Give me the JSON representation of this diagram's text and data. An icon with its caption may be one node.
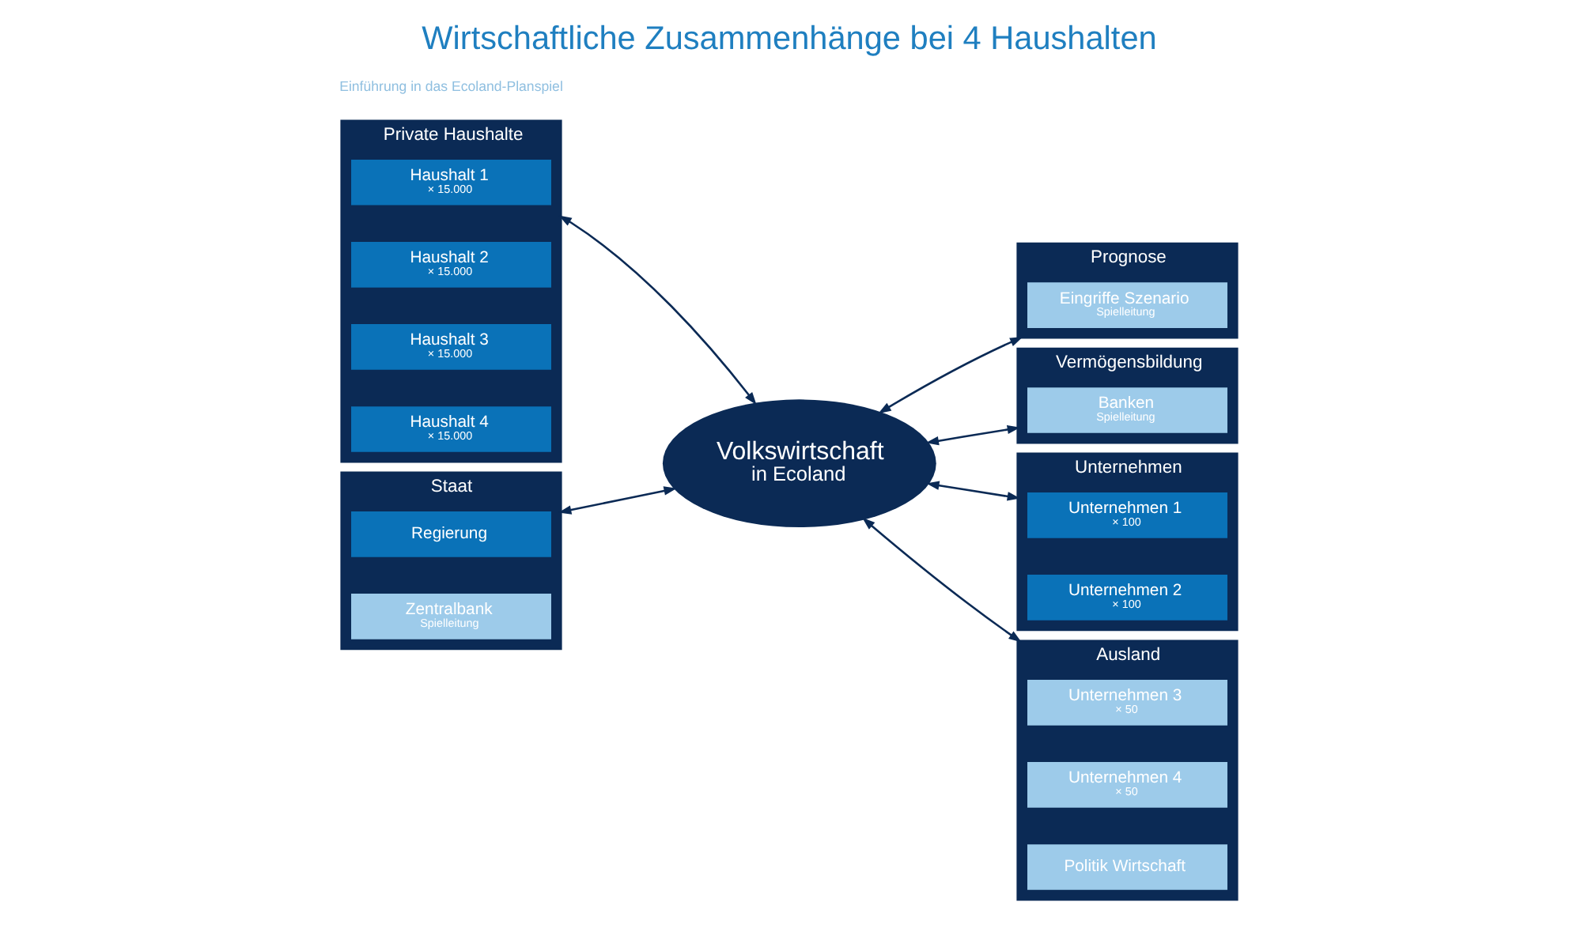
{
  "diagram": {
    "title": "Wirtschaftliche Zusammenhänge bei 4 Haushalten",
    "nodes": [
      {
        "text": [
          "Private Haushalte"
        ]
      },
      {
        "text": [
          "Haushalt 1",
          "× 15.000"
        ],
        "in": 0
      },
      {
        "text": [
          "Haushalt 2",
          "× 15.000"
        ],
        "in": 0
      },
      {
        "text": [
          "Haushalt 3",
          "× 15.000"
        ],
        "in": 0
      },
      {
        "text": [
          "Haushalt 4",
          "× 15.000"
        ],
        "in": 0
      },
      {
        "text": [
          "Staat"
        ]
      },
      {
        "text": [
          "Regierung"
        ],
        "in": 5
      },
      {
        "text": [
          "Zentralbank",
          "Spielleitung"
        ],
        "in": 5
      },
      {
        "text": [
          "Prognose"
        ]
      },
      {
        "text": [
          "Eingriffe Szenario",
          "Spielleitung"
        ],
        "in": 8
      },
      {
        "text": [
          "Volkswirtschaft",
          "in Ecoland"
        ]
      },
      {
        "text": [
          "Vermögensbildung"
        ]
      },
      {
        "text": [
          "Banken",
          "Spielleitung"
        ],
        "in": 11
      },
      {
        "text": [
          "Unternehmen"
        ]
      },
      {
        "text": [
          "Unternehmen 1",
          "× 100"
        ],
        "in": 13
      },
      {
        "text": [
          "Unternehmen 2",
          "× 100"
        ],
        "in": 13
      },
      {
        "text": [
          "Ausland"
        ]
      },
      {
        "text": [
          "Unternehmen 3",
          "× 50"
        ],
        "in": 16
      },
      {
        "text": [
          "Unternehmen 4",
          "× 50"
        ],
        "in": 16
      },
      {
        "text": [
          "Politik Wirtschaft"
        ],
        "in": 16
      }
    ],
    "edges": [
      {
        "from": 0,
        "to": 10,
        "arrow": "both"
      },
      {
        "from": 10,
        "to": 8,
        "arrow": "both"
      },
      {
        "from": 10,
        "to": 13,
        "arrow": "both"
      },
      {
        "from": 5,
        "to": 10,
        "arrow": "both"
      },
      {
        "from": 10,
        "to": 11,
        "arrow": "both"
      },
      {
        "from": 10,
        "to": 16,
        "arrow": "both"
      }
    ],
    "labels": [
      "Einführung in das Ecoland-Planspiel"
    ]
  }
}
